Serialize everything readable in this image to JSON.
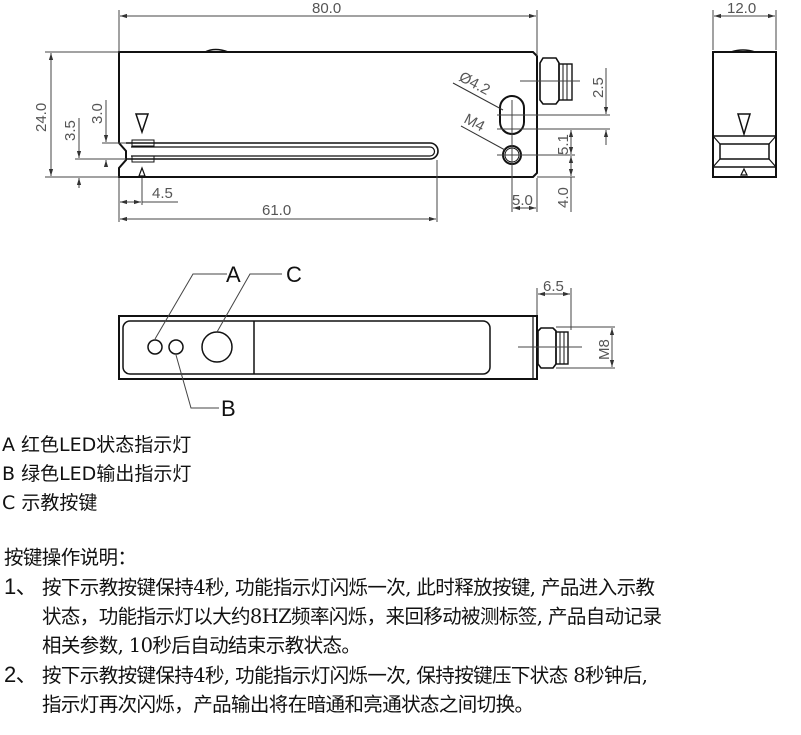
{
  "drawing": {
    "front_view": {
      "dimensions": {
        "overall_length": "80.0",
        "height": "24.0",
        "slot_offset_a": "3.5",
        "slot_offset_b": "3.0",
        "marker_offset": "4.5",
        "slot_length": "61.0",
        "hole_diameter": "Ø4.2",
        "thread": "M4",
        "connector_offset": "2.5",
        "hole_spacing": "5.1",
        "hole_from_bottom": "4.0",
        "hole_from_edge": "5.0"
      }
    },
    "side_view": {
      "dimensions": {
        "width": "12.0"
      }
    },
    "top_view": {
      "dimensions": {
        "connector_length": "6.5",
        "connector_thread": "M8"
      },
      "callouts": {
        "a": "A",
        "b": "B",
        "c": "C"
      }
    }
  },
  "legend": {
    "items": [
      {
        "key": "A",
        "text": "红色LED状态指示灯"
      },
      {
        "key": "B",
        "text": "绿色LED输出指示灯"
      },
      {
        "key": "C",
        "text": "示教按键"
      }
    ]
  },
  "instructions": {
    "title": "按键操作说明：",
    "steps": [
      {
        "num": "1、",
        "lines": [
          "按下示教按键保持4秒, 功能指示灯闪烁一次, 此时释放按键, 产品进入示教",
          "状态，功能指示灯以大约8HZ频率闪烁，来回移动被测标签, 产品自动记录",
          "相关参数, 10秒后自动结束示教状态。"
        ]
      },
      {
        "num": "2、",
        "lines": [
          "按下示教按键保持4秒, 功能指示灯闪烁一次, 保持按键压下状态 8秒钟后,",
          "指示灯再次闪烁，产品输出将在暗通和亮通状态之间切换。"
        ]
      }
    ]
  }
}
